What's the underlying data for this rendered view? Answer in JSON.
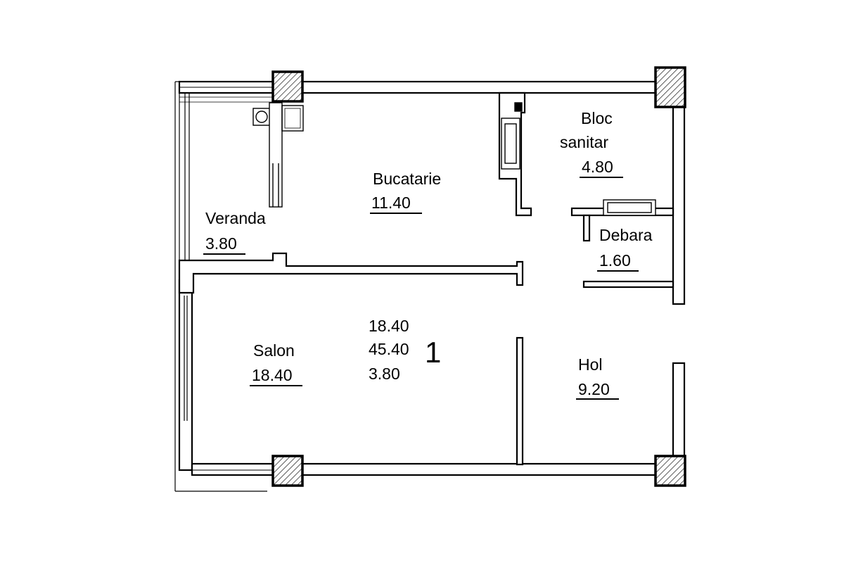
{
  "rooms": [
    {
      "id": "bucatarie",
      "name": "Bucatarie",
      "area": "11.40"
    },
    {
      "id": "bloc-sanitar",
      "name_line1": "Bloc",
      "name_line2": "sanitar",
      "area": "4.80"
    },
    {
      "id": "veranda",
      "name": "Veranda",
      "area": "3.80"
    },
    {
      "id": "debara",
      "name": "Debara",
      "area": "1.60"
    },
    {
      "id": "salon",
      "name": "Salon",
      "area": "18.40"
    },
    {
      "id": "hol",
      "name": "Hol",
      "area": "9.20"
    }
  ],
  "apartment": {
    "number": "1",
    "living_area": "18.40",
    "total_area": "45.40",
    "balcony_area": "3.80"
  },
  "colors": {
    "line": "#000000",
    "hatch": "#000000",
    "background": "#ffffff"
  }
}
